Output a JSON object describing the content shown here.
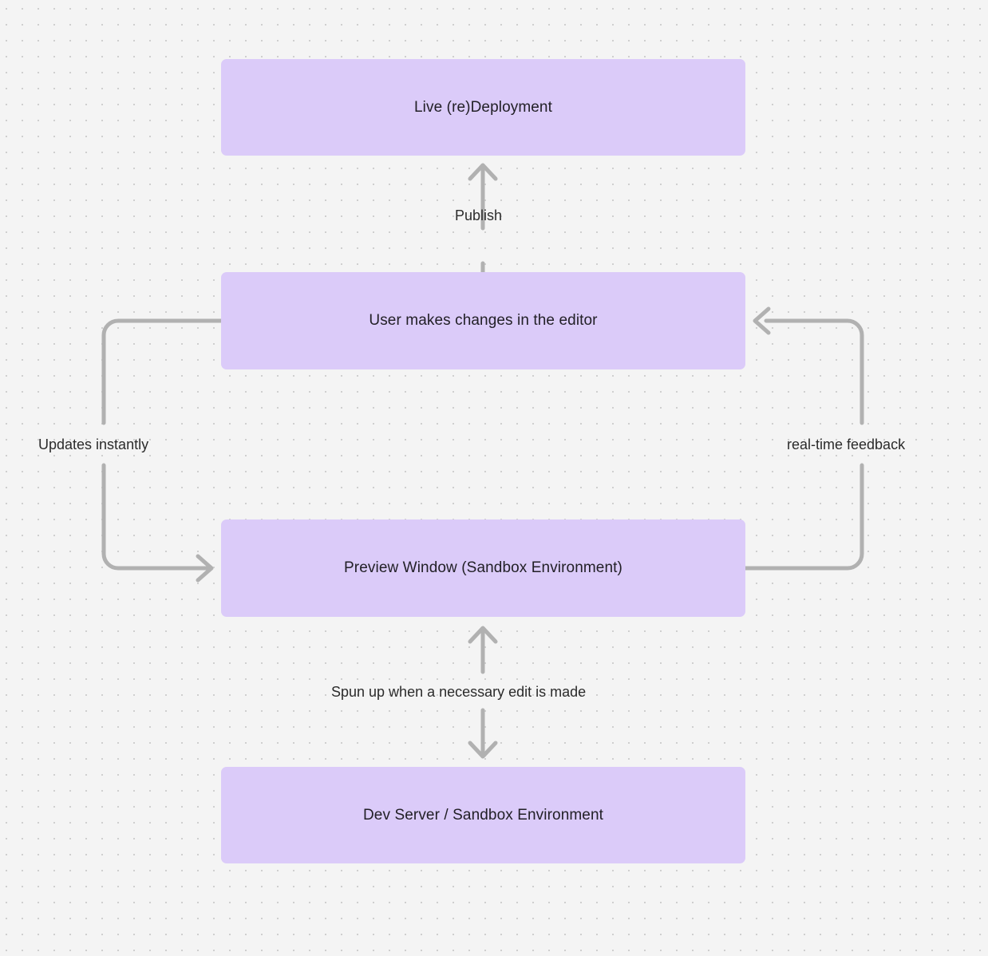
{
  "diagram": {
    "type": "flowchart",
    "background": "#f4f4f4",
    "grid": "dot-grid",
    "node_fill": "#dbcbf9",
    "node_text_color": "#222027",
    "edge_color": "#b1b1b1",
    "edge_label_color": "#2b2b2b",
    "nodes": [
      {
        "id": "live",
        "label": "Live (re)Deployment"
      },
      {
        "id": "user",
        "label": "User makes changes in the editor"
      },
      {
        "id": "preview",
        "label": "Preview Window (Sandbox Environment)"
      },
      {
        "id": "devserver",
        "label": "Dev Server / Sandbox Environment"
      }
    ],
    "edges": [
      {
        "id": "publish",
        "from": "user",
        "to": "live",
        "label": "Publish",
        "direction": "up",
        "arrowheads": 1
      },
      {
        "id": "updates",
        "from": "user",
        "to": "preview",
        "label": "Updates instantly",
        "direction": "left-loop-down",
        "arrowheads": 1
      },
      {
        "id": "realtime",
        "from": "preview",
        "to": "user",
        "label": "real-time feedback",
        "direction": "right-loop-up",
        "arrowheads": 1
      },
      {
        "id": "spunup",
        "from": "preview",
        "to": "devserver",
        "label": "Spun up when a necessary edit is made",
        "direction": "bidirectional",
        "arrowheads": 2
      }
    ]
  }
}
